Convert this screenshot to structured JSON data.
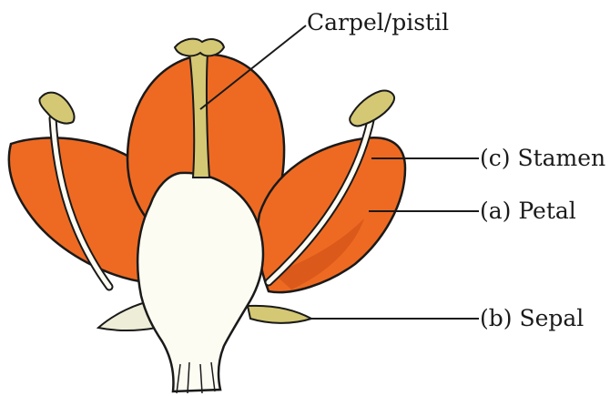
{
  "labels": {
    "carpel": "Carpel/pistil",
    "stamen": "(c) Stamen",
    "petal": "(a) Petal",
    "sepal": "(b) Sepal"
  },
  "colors": {
    "petal": "#ee6a22",
    "petal_shadow": "#cf4f15",
    "receptacle": "#fdfcf2",
    "anther": "#d4c874",
    "outline": "#1a1a1a",
    "leader_line": "#1a1a1a"
  }
}
